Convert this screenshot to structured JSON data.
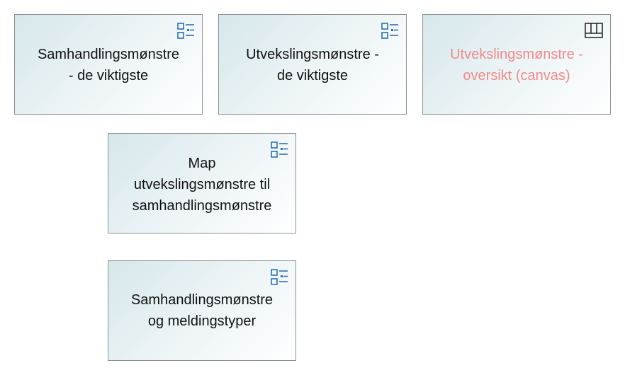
{
  "diagram": {
    "nodes": [
      {
        "id": "n1",
        "label": "Samhandlingsmønstre\n- de viktigste",
        "icon": "list-view-icon"
      },
      {
        "id": "n2",
        "label": "Utvekslingsmønstre -\nde viktigste",
        "icon": "list-view-icon"
      },
      {
        "id": "n3",
        "label": "Utvekslingsmønstre -\noversikt (canvas)",
        "icon": "canvas-view-icon",
        "text_color": "#f08a8a"
      },
      {
        "id": "n4",
        "label": "Map\nutvekslingsmønstre til\nsamhandlingsmønstre",
        "icon": "list-view-icon"
      },
      {
        "id": "n5",
        "label": "Samhandlingsmønstre\nog meldingstyper",
        "icon": "list-view-icon"
      }
    ],
    "colors": {
      "border": "#8e9194",
      "fill_start": "#d6e7ea",
      "fill_end": "#ffffff",
      "icon_blue": "#2c6fb5",
      "icon_dark": "#2a2a2a"
    }
  }
}
